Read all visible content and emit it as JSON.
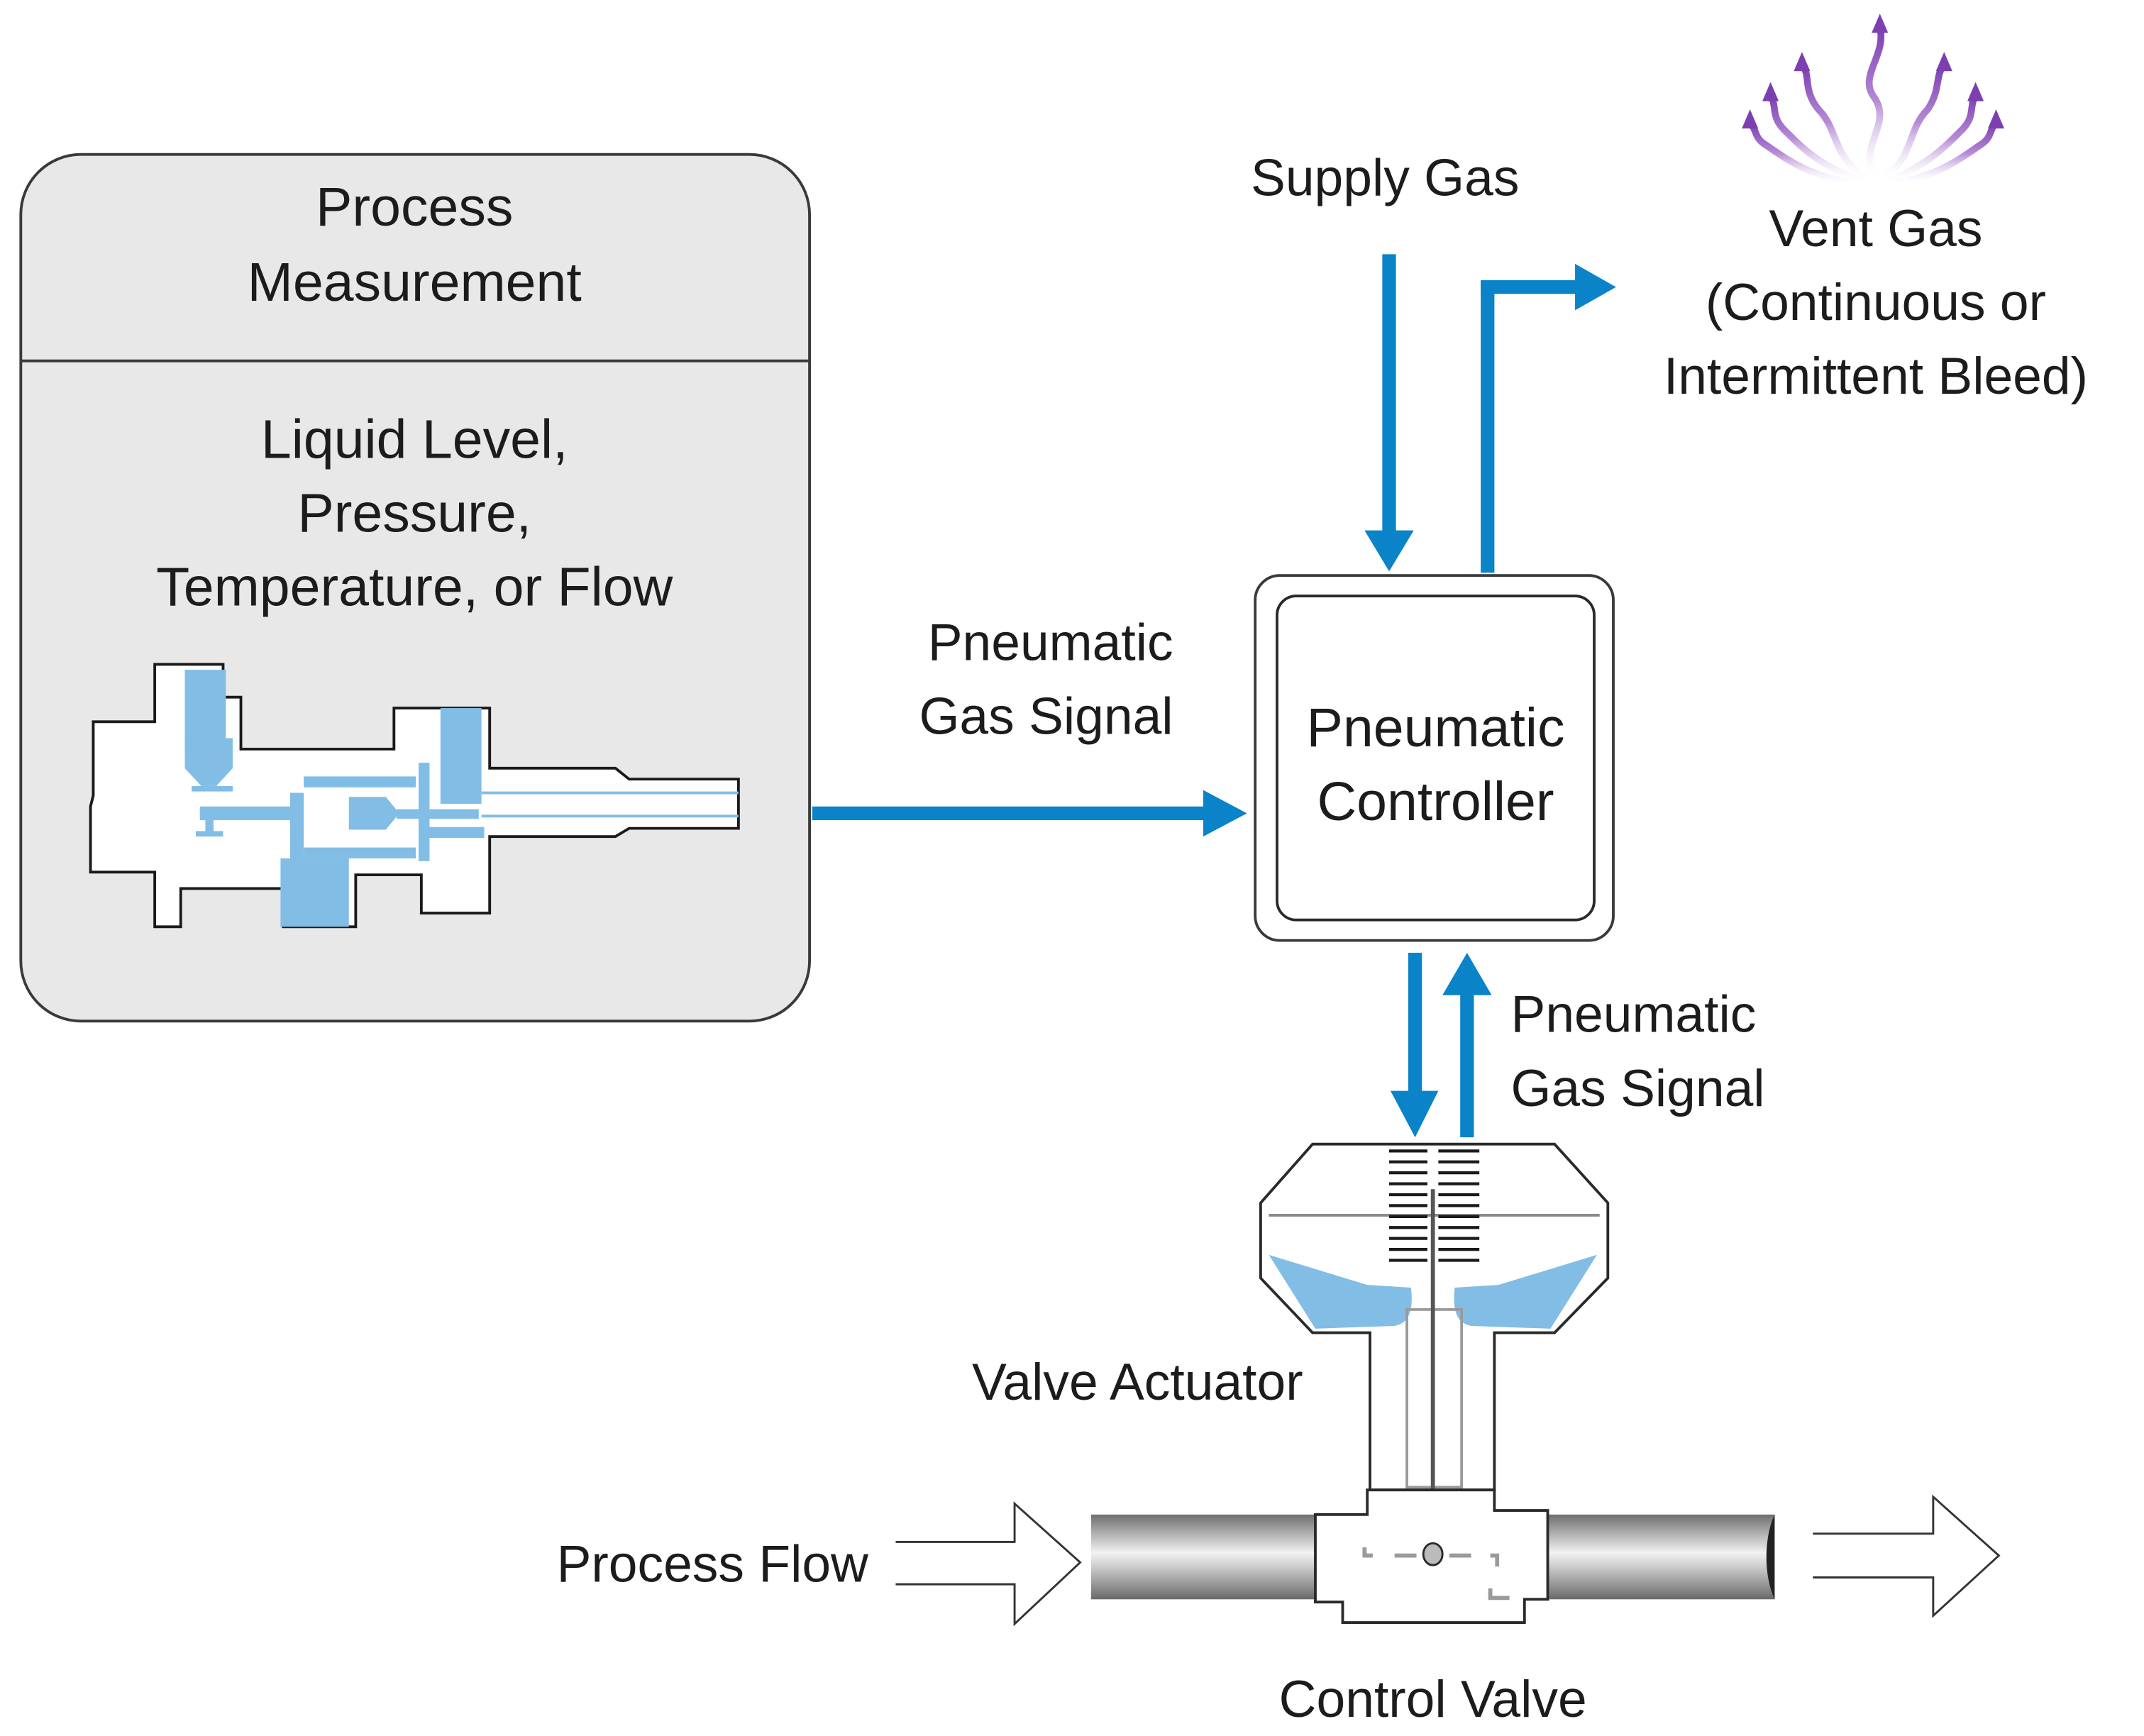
{
  "diagram": {
    "title": "Pneumatic controller process diagram",
    "colors": {
      "signal_arrow": "#0a83c9",
      "measure_box_fill": "#e8e8e8",
      "instrument_blue": "#82bde6",
      "vent_purple": "#7b3fb0",
      "pipe_gray": "#8a8a8a",
      "outline": "#2a2a2a"
    },
    "process_measurement": {
      "heading": [
        "Process",
        "Measurement"
      ],
      "body": [
        "Liquid Level,",
        "Pressure,",
        "Temperature, or Flow"
      ]
    },
    "controller": {
      "label": [
        "Pneumatic",
        "Controller"
      ]
    },
    "labels": {
      "supply_gas": "Supply Gas",
      "vent_gas": [
        "Vent Gas",
        "(Continuous or",
        "Intermittent Bleed)"
      ],
      "signal_in": [
        "Pneumatic",
        "Gas Signal"
      ],
      "signal_out": [
        "Pneumatic",
        "Gas Signal"
      ],
      "valve_actuator": "Valve Actuator",
      "process_flow": "Process Flow",
      "control_valve": "Control Valve"
    }
  }
}
